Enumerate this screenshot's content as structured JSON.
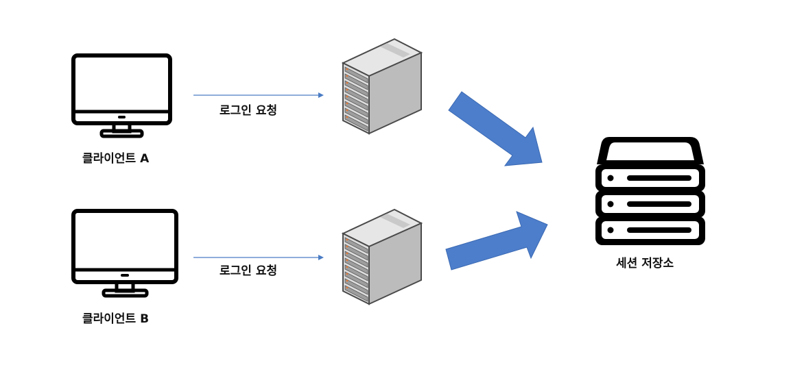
{
  "clients": [
    {
      "label": "클라이언트 A"
    },
    {
      "label": "클라이언트 B"
    }
  ],
  "requests": [
    {
      "label": "로그인 요청"
    },
    {
      "label": "로그인 요청"
    }
  ],
  "storage": {
    "label": "세션 저장소"
  },
  "colors": {
    "arrow_thin": "#4a7cc4",
    "arrow_thick": "#4d7ecb",
    "server_body": "#bdbdbd",
    "server_top": "#e4e4e4",
    "icon_stroke": "#000000"
  },
  "icons": {
    "client": "monitor-icon",
    "server": "server-tower-icon",
    "storage": "database-server-icon"
  }
}
